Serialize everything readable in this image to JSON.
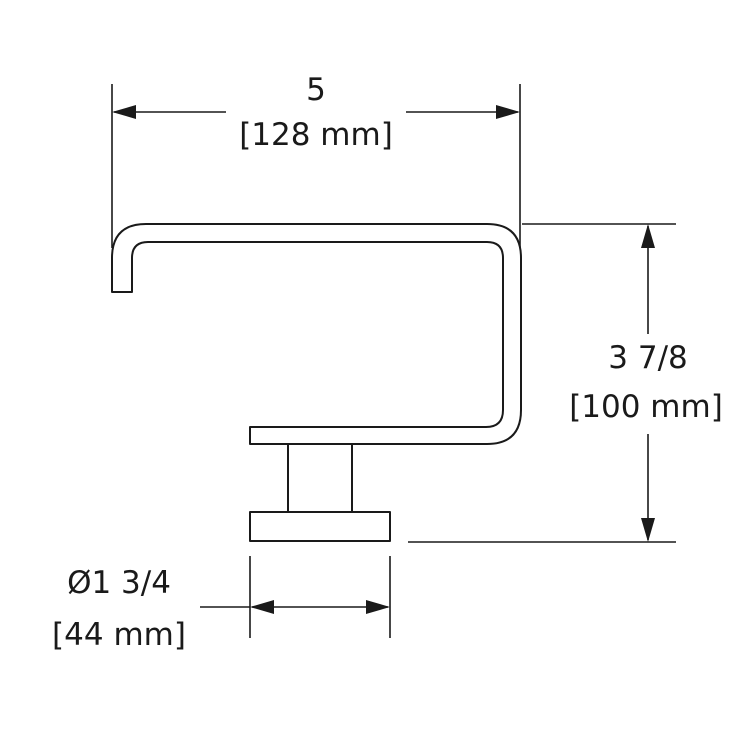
{
  "dimensions": {
    "width": {
      "imperial": "5",
      "metric": "[128 mm]"
    },
    "height": {
      "imperial": "3 7/8",
      "metric": "[100 mm]"
    },
    "diameter": {
      "imperial": "Ø1 3/4",
      "metric": "[44 mm]"
    }
  },
  "colors": {
    "line": "#1a1a1a",
    "background": "#ffffff"
  }
}
